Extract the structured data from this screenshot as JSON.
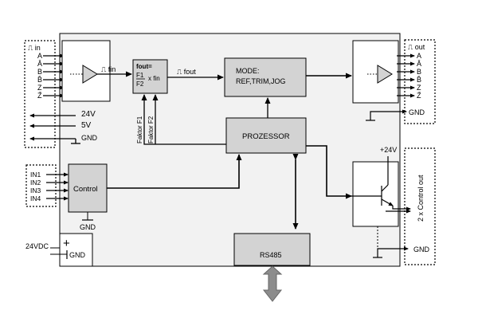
{
  "input_connector": {
    "label": "⎍ in",
    "pins": [
      "A",
      "Ā",
      "B",
      "B̄",
      "Z",
      "Z̄"
    ]
  },
  "power": {
    "v24": "24V",
    "v5": "5V",
    "gnd": "GND"
  },
  "signals": {
    "fin": "⎍ fin",
    "fout": "⎍ fout"
  },
  "multiplier": {
    "line1": "fout=",
    "f1": "F1",
    "x": "x fin",
    "f2": "F2"
  },
  "faktor": {
    "f1": "Faktor F1",
    "f2": "Faktor F2"
  },
  "mode": {
    "line1": "MODE:",
    "line2": "REF,TRIM,JOG"
  },
  "processor": {
    "label": "PROZESSOR"
  },
  "control": {
    "label": "Control",
    "inputs": [
      "IN1",
      "IN2",
      "IN3",
      "IN4"
    ],
    "gnd": "GND"
  },
  "supply": {
    "label": "24VDC",
    "plus": "+",
    "gnd": "GND"
  },
  "rs485": {
    "label": "RS485"
  },
  "output_connector": {
    "label": "⎍ out",
    "pins": [
      "A",
      "Ā",
      "B",
      "B̄",
      "Z",
      "Z̄"
    ],
    "gnd": "GND"
  },
  "control_out": {
    "v24": "+24V",
    "label": "2 x Control out",
    "gnd": "GND"
  },
  "colors": {
    "block": "#d3d3d3",
    "panel": "#f2f2f2",
    "rs485_arrow": "#8c8c8c",
    "line": "#000000"
  }
}
